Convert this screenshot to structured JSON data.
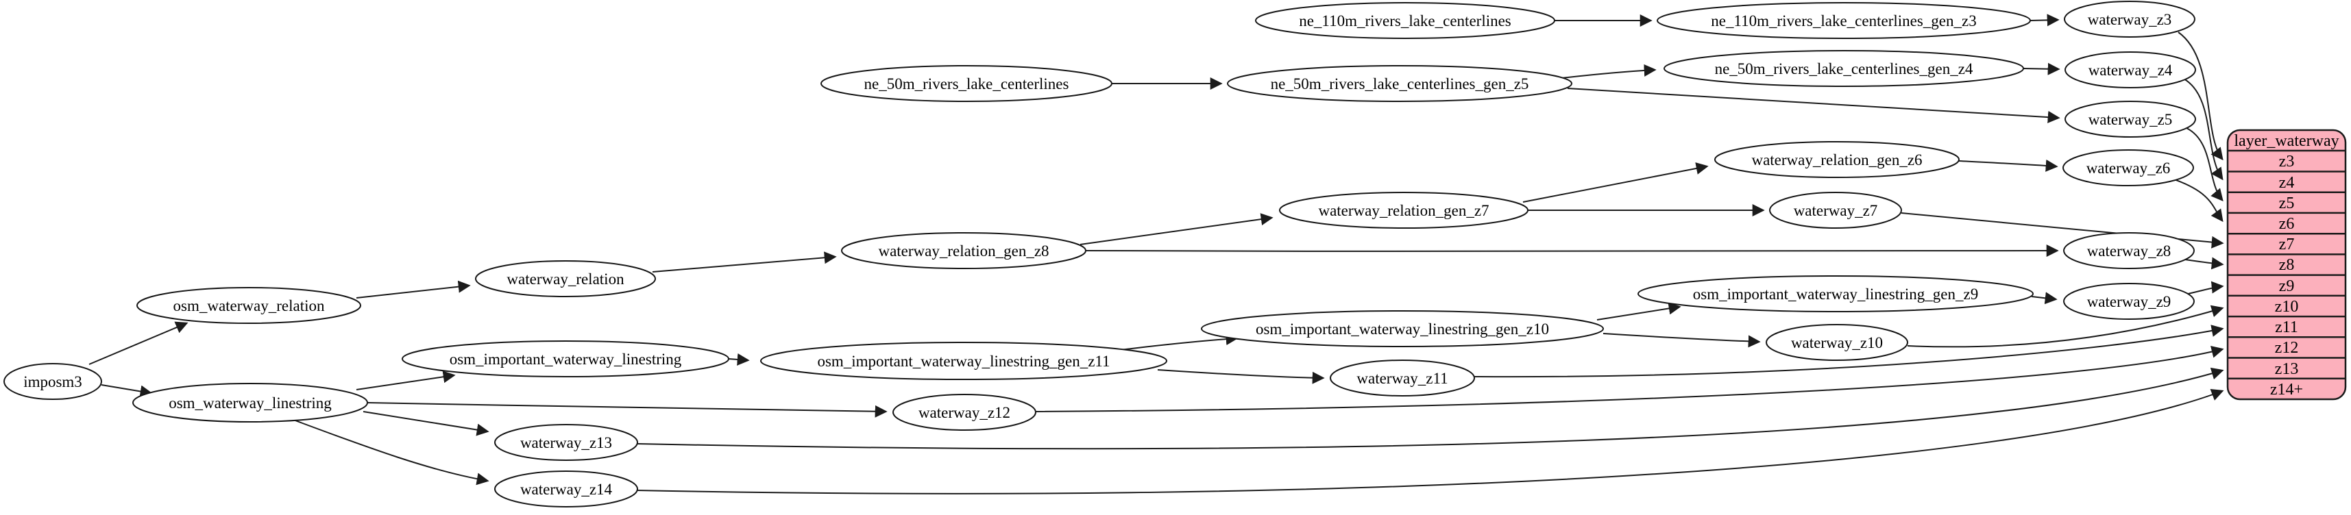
{
  "graph": {
    "background_color": "#ffffff",
    "edge_color": "#1b1b1b",
    "node_fill": "#ffffff",
    "node_stroke": "#161616",
    "nodes": {
      "imposm3": {
        "label": "imposm3"
      },
      "osm_waterway_relation": {
        "label": "osm_waterway_relation"
      },
      "osm_waterway_linestring": {
        "label": "osm_waterway_linestring"
      },
      "waterway_relation": {
        "label": "waterway_relation"
      },
      "osm_important_waterway_linestring": {
        "label": "osm_important_waterway_linestring"
      },
      "waterway_z13": {
        "label": "waterway_z13"
      },
      "waterway_z14": {
        "label": "waterway_z14"
      },
      "ne_50m_rivers_lake_centerlines": {
        "label": "ne_50m_rivers_lake_centerlines"
      },
      "waterway_relation_gen_z8": {
        "label": "waterway_relation_gen_z8"
      },
      "osm_important_waterway_linestring_gen_z11": {
        "label": "osm_important_waterway_linestring_gen_z11"
      },
      "waterway_z12": {
        "label": "waterway_z12"
      },
      "ne_50m_rivers_lake_centerlines_gen_z5": {
        "label": "ne_50m_rivers_lake_centerlines_gen_z5"
      },
      "waterway_relation_gen_z7": {
        "label": "waterway_relation_gen_z7"
      },
      "osm_important_waterway_linestring_gen_z10": {
        "label": "osm_important_waterway_linestring_gen_z10"
      },
      "waterway_z11": {
        "label": "waterway_z11"
      },
      "ne_110m_rivers_lake_centerlines": {
        "label": "ne_110m_rivers_lake_centerlines"
      },
      "ne_110m_rivers_lake_centerlines_gen_z3": {
        "label": "ne_110m_rivers_lake_centerlines_gen_z3"
      },
      "ne_50m_rivers_lake_centerlines_gen_z4": {
        "label": "ne_50m_rivers_lake_centerlines_gen_z4"
      },
      "waterway_relation_gen_z6": {
        "label": "waterway_relation_gen_z6"
      },
      "waterway_z7": {
        "label": "waterway_z7"
      },
      "osm_important_waterway_linestring_gen_z9": {
        "label": "osm_important_waterway_linestring_gen_z9"
      },
      "waterway_z10": {
        "label": "waterway_z10"
      },
      "waterway_z3": {
        "label": "waterway_z3"
      },
      "waterway_z4": {
        "label": "waterway_z4"
      },
      "waterway_z5": {
        "label": "waterway_z5"
      },
      "waterway_z6": {
        "label": "waterway_z6"
      },
      "waterway_z8": {
        "label": "waterway_z8"
      },
      "waterway_z9": {
        "label": "waterway_z9"
      }
    },
    "table": {
      "title": "layer_waterway",
      "rows": [
        "z3",
        "z4",
        "z5",
        "z6",
        "z7",
        "z8",
        "z9",
        "z10",
        "z11",
        "z12",
        "z13",
        "z14+"
      ],
      "fill": "#fcb0bc",
      "stroke": "#1a1a1a",
      "text_color": "#000000"
    },
    "edges": [
      {
        "from": "imposm3",
        "to": "osm_waterway_relation"
      },
      {
        "from": "imposm3",
        "to": "osm_waterway_linestring"
      },
      {
        "from": "osm_waterway_relation",
        "to": "waterway_relation"
      },
      {
        "from": "waterway_relation",
        "to": "waterway_relation_gen_z8"
      },
      {
        "from": "waterway_relation_gen_z8",
        "to": "waterway_relation_gen_z7"
      },
      {
        "from": "waterway_relation_gen_z8",
        "to": "waterway_z8"
      },
      {
        "from": "waterway_relation_gen_z7",
        "to": "waterway_relation_gen_z6"
      },
      {
        "from": "waterway_relation_gen_z7",
        "to": "waterway_z7"
      },
      {
        "from": "waterway_relation_gen_z6",
        "to": "waterway_z6"
      },
      {
        "from": "osm_waterway_linestring",
        "to": "osm_important_waterway_linestring"
      },
      {
        "from": "osm_waterway_linestring",
        "to": "waterway_z12"
      },
      {
        "from": "osm_waterway_linestring",
        "to": "waterway_z13"
      },
      {
        "from": "osm_waterway_linestring",
        "to": "waterway_z14"
      },
      {
        "from": "osm_important_waterway_linestring",
        "to": "osm_important_waterway_linestring_gen_z11"
      },
      {
        "from": "osm_important_waterway_linestring_gen_z11",
        "to": "osm_important_waterway_linestring_gen_z10"
      },
      {
        "from": "osm_important_waterway_linestring_gen_z11",
        "to": "waterway_z11"
      },
      {
        "from": "osm_important_waterway_linestring_gen_z10",
        "to": "osm_important_waterway_linestring_gen_z9"
      },
      {
        "from": "osm_important_waterway_linestring_gen_z10",
        "to": "waterway_z10"
      },
      {
        "from": "osm_important_waterway_linestring_gen_z9",
        "to": "waterway_z9"
      },
      {
        "from": "ne_110m_rivers_lake_centerlines",
        "to": "ne_110m_rivers_lake_centerlines_gen_z3"
      },
      {
        "from": "ne_110m_rivers_lake_centerlines_gen_z3",
        "to": "waterway_z3"
      },
      {
        "from": "ne_50m_rivers_lake_centerlines",
        "to": "ne_50m_rivers_lake_centerlines_gen_z5"
      },
      {
        "from": "ne_50m_rivers_lake_centerlines_gen_z5",
        "to": "ne_50m_rivers_lake_centerlines_gen_z4"
      },
      {
        "from": "ne_50m_rivers_lake_centerlines_gen_z5",
        "to": "waterway_z5"
      },
      {
        "from": "ne_50m_rivers_lake_centerlines_gen_z4",
        "to": "waterway_z4"
      },
      {
        "from": "waterway_z3",
        "to": "layer_waterway.z3"
      },
      {
        "from": "waterway_z4",
        "to": "layer_waterway.z4"
      },
      {
        "from": "waterway_z5",
        "to": "layer_waterway.z5"
      },
      {
        "from": "waterway_z6",
        "to": "layer_waterway.z6"
      },
      {
        "from": "waterway_z7",
        "to": "layer_waterway.z7"
      },
      {
        "from": "waterway_z8",
        "to": "layer_waterway.z8"
      },
      {
        "from": "waterway_z9",
        "to": "layer_waterway.z9"
      },
      {
        "from": "waterway_z10",
        "to": "layer_waterway.z10"
      },
      {
        "from": "waterway_z11",
        "to": "layer_waterway.z11"
      },
      {
        "from": "waterway_z12",
        "to": "layer_waterway.z12"
      },
      {
        "from": "waterway_z13",
        "to": "layer_waterway.z13"
      },
      {
        "from": "waterway_z14",
        "to": "layer_waterway.z14+"
      }
    ]
  }
}
